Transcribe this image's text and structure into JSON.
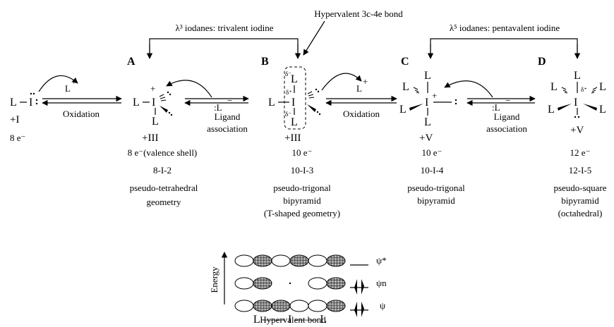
{
  "title": "Hypervalent 3c-4e bond",
  "lambda3_label": "λ³ iodanes: trivalent iodine",
  "lambda5_label": "λ⁵ iodanes: pentavalent iodine",
  "species": {
    "start": {
      "formula_L": "L",
      "formula_I": "I",
      "oxidation_state": "+I",
      "electrons": "8 e⁻"
    },
    "A": {
      "letter": "A",
      "oxidation_state": "+III",
      "electrons": "8 e⁻(valence shell)",
      "notation": "8-I-2",
      "geometry": [
        "pseudo-tetrahedral",
        "geometry"
      ]
    },
    "B": {
      "letter": "B",
      "oxidation_state": "+III",
      "electrons": "10 e⁻",
      "notation": "10-I-3",
      "geometry": [
        "pseudo-trigonal",
        "bipyramid",
        "(T-shaped geometry)"
      ]
    },
    "C": {
      "letter": "C",
      "oxidation_state": "+V",
      "electrons": "10 e⁻",
      "notation": "10-I-4",
      "geometry": [
        "pseudo-trigonal",
        "bipyramid"
      ]
    },
    "D": {
      "letter": "D",
      "oxidation_state": "+V",
      "electrons": "12 e⁻",
      "notation": "12-I-5",
      "geometry": [
        "pseudo-square",
        "bipyramid",
        "(octahedral)"
      ]
    }
  },
  "steps": {
    "oxidation1": "Oxidation",
    "ligand_assoc1": [
      "Ligand",
      "association"
    ],
    "oxidation2": "Oxidation",
    "ligand_assoc2": [
      "Ligand",
      "association"
    ]
  },
  "reagents": {
    "L_plus": "L",
    "plus": "+",
    "L_minus": ":L",
    "minus": "−"
  },
  "atoms": {
    "L": "L",
    "I": "I"
  },
  "charges": {
    "delta_minus": "δ⁻",
    "delta_plus": "δ⁺",
    "plus": "+"
  },
  "mo_diagram": {
    "energy_axis": "Energy",
    "orbitals": [
      {
        "label": "ψ*"
      },
      {
        "label": "ψn"
      },
      {
        "label": "ψ"
      }
    ],
    "atom_row": "L —— I —— L",
    "caption": "Hypervalent bond"
  }
}
